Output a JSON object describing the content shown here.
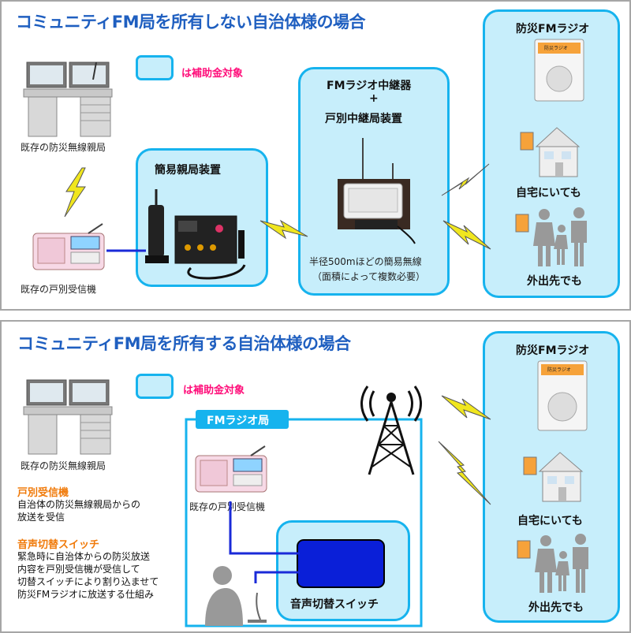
{
  "top": {
    "title": "コミュニティFM局を所有しない自治体様の場合",
    "legend": "は補助金対象",
    "existing_master": "既存の防災無線親局",
    "existing_receiver": "既存の戸別受信機",
    "simple_master": "簡易親局装置",
    "relay_line1": "FMラジオ中継器",
    "relay_plus": "+",
    "relay_line2": "戸別中継局装置",
    "relay_note1": "半径500mほどの簡易無線",
    "relay_note2": "（面積によって複数必要）",
    "radio_title": "防災FMラジオ",
    "at_home": "自宅にいても",
    "outside": "外出先でも",
    "radio_device_label": "防災ラジオ"
  },
  "bottom": {
    "title": "コミュニティFM局を所有する自治体様の場合",
    "legend": "は補助金対象",
    "existing_master": "既存の防災無線親局",
    "receiver_heading": "戸別受信機",
    "receiver_desc1": "自治体の防災無線親局からの",
    "receiver_desc2": "放送を受信",
    "switch_heading": "音声切替スイッチ",
    "switch_desc1": "緊急時に自治体からの防災放送",
    "switch_desc2": "内容を戸別受信機が受信して",
    "switch_desc3": "切替スイッチにより割り込ませて",
    "switch_desc4": "防災FMラジオに放送する仕組み",
    "fm_station": "FMラジオ局",
    "existing_receiver": "既存の戸別受信機",
    "switch_label": "音声切替スイッチ",
    "radio_title": "防災FMラジオ",
    "at_home": "自宅にいても",
    "outside": "外出先でも",
    "radio_device_label": "防災ラジオ"
  },
  "colors": {
    "title_blue": "#1f5fc0",
    "zone_fill": "#c7eefb",
    "zone_border": "#16b3ee",
    "subsidy_pink": "#ff0e7a",
    "heading_orange": "#f07a0a",
    "switch_blue": "#0a1fd8",
    "lightning": "#f0e61e",
    "cable_blue": "#1a2ad8"
  }
}
